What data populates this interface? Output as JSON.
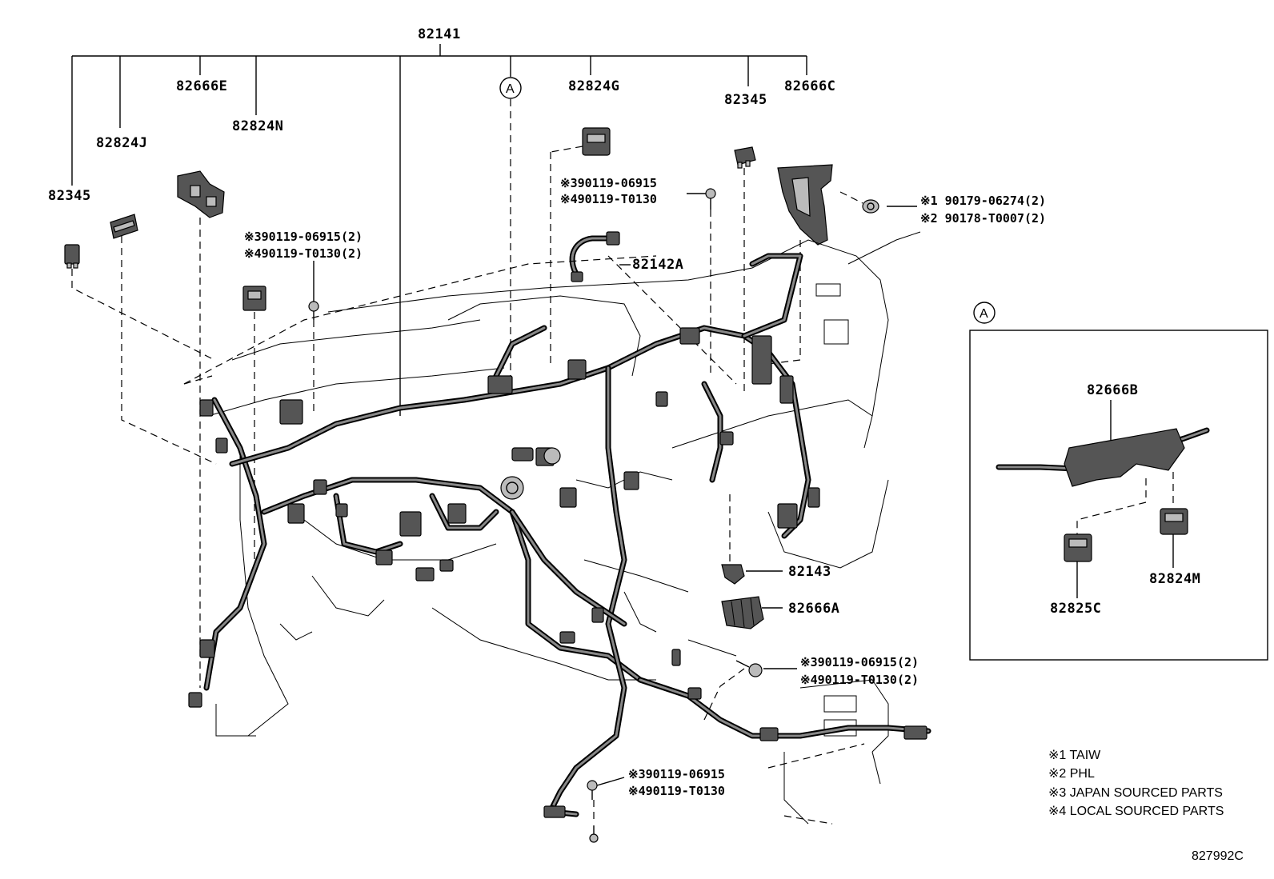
{
  "diagram_code": "827992C",
  "callout": "A",
  "parts": {
    "p82141": "82141",
    "p82666E": "82666E",
    "p82824N": "82824N",
    "p82824J": "82824J",
    "p82345_left": "82345",
    "p82824G": "82824G",
    "p82345_right": "82345",
    "p82666C": "82666C",
    "p82142A": "82142A",
    "p82143": "82143",
    "p82666A": "82666A",
    "p82666B": "82666B",
    "p82825C": "82825C",
    "p82824M": "82824M"
  },
  "fasteners": {
    "f_left_a": "※390119-06915(2)",
    "f_left_b": "※490119-T0130(2)",
    "f_mid_a": "※390119-06915",
    "f_mid_b": "※490119-T0130",
    "f_nut_a": "※1 90179-06274(2)",
    "f_nut_b": "※2 90178-T0007(2)",
    "f_right_a": "※390119-06915(2)",
    "f_right_b": "※490119-T0130(2)",
    "f_bottom_a": "※390119-06915",
    "f_bottom_b": "※490119-T0130"
  },
  "legend": [
    "※1 TAIW",
    "※2 PHL",
    "※3 JAPAN SOURCED PARTS",
    "※4 LOCAL SOURCED PARTS"
  ]
}
